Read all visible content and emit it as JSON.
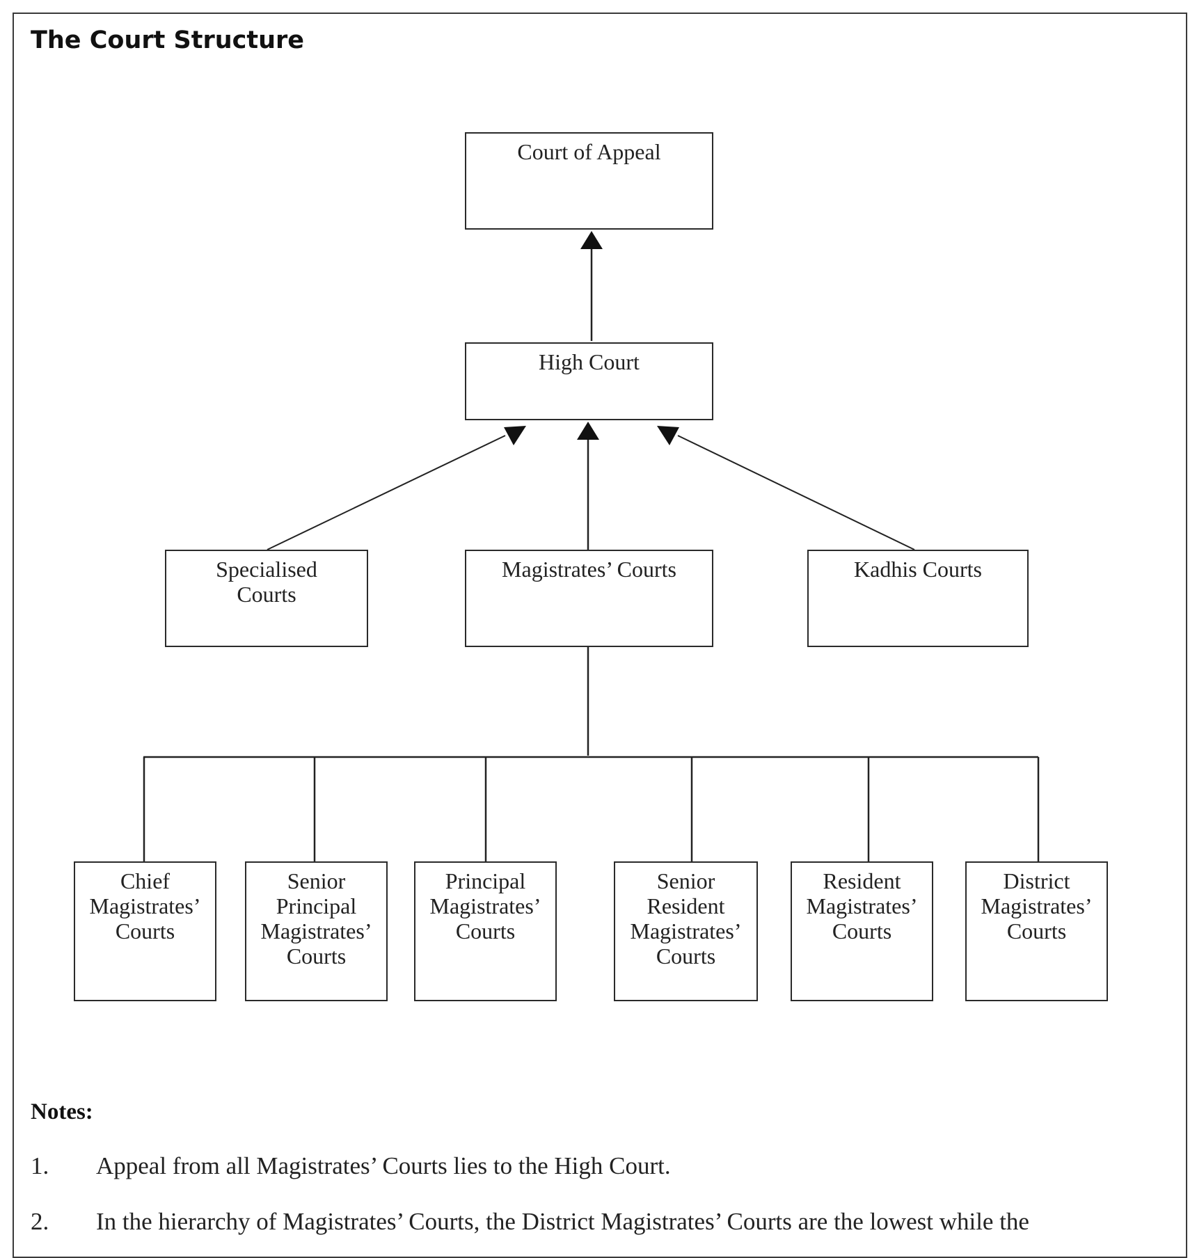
{
  "title": "The Court Structure",
  "boxes": {
    "court_of_appeal": [
      "Court of Appeal"
    ],
    "high_court": [
      "High Court"
    ],
    "specialised": [
      "Specialised",
      "Courts"
    ],
    "magistrates": [
      "Magistrates’ Courts"
    ],
    "kadhis": [
      "Kadhis Courts"
    ],
    "chief": [
      "Chief",
      "Magistrates’",
      "Courts"
    ],
    "senior_principal": [
      "Senior",
      "Principal",
      "Magistrates’",
      "Courts"
    ],
    "principal": [
      "Principal",
      "Magistrates’",
      "Courts"
    ],
    "senior_resident": [
      "Senior",
      "Resident",
      "Magistrates’",
      "Courts"
    ],
    "resident": [
      "Resident",
      "Magistrates’",
      "Courts"
    ],
    "district": [
      "District",
      "Magistrates’",
      "Courts"
    ]
  },
  "notes": {
    "heading": "Notes:",
    "items": [
      {
        "num": "1.",
        "text": "Appeal from all Magistrates’ Courts lies to the High Court."
      },
      {
        "num": "2.",
        "text": "In the hierarchy of Magistrates’ Courts, the District Magistrates’ Courts are the lowest while the"
      }
    ]
  },
  "colors": {
    "line": "#222222",
    "border": "#3a3a3a"
  }
}
